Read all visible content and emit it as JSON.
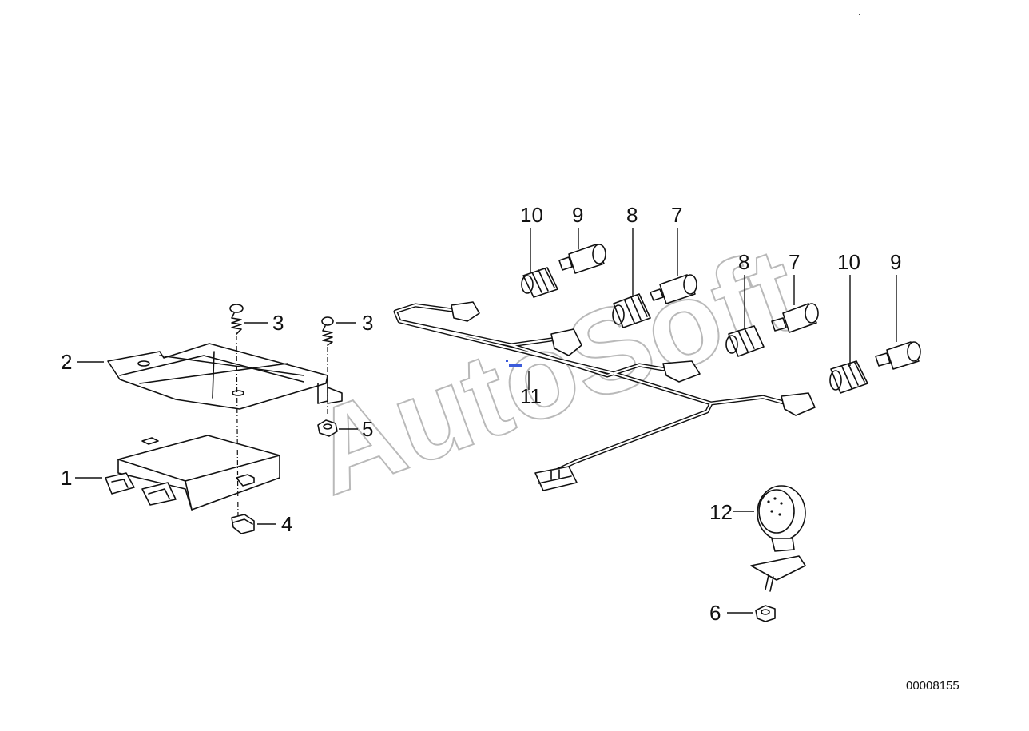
{
  "watermark": "AutoSoft",
  "document_number": "00008155",
  "callouts": {
    "c1": "1",
    "c2": "2",
    "c3a": "3",
    "c3b": "3",
    "c4": "4",
    "c5": "5",
    "c6": "6",
    "c7a": "7",
    "c7b": "7",
    "c8a": "8",
    "c8b": "8",
    "c9a": "9",
    "c9b": "9",
    "c10a": "10",
    "c10b": "10",
    "c11": "11",
    "c12": "12"
  },
  "colors": {
    "line": "#111111",
    "watermark": "#b9b9b9",
    "marker": "#3b5bdb"
  }
}
